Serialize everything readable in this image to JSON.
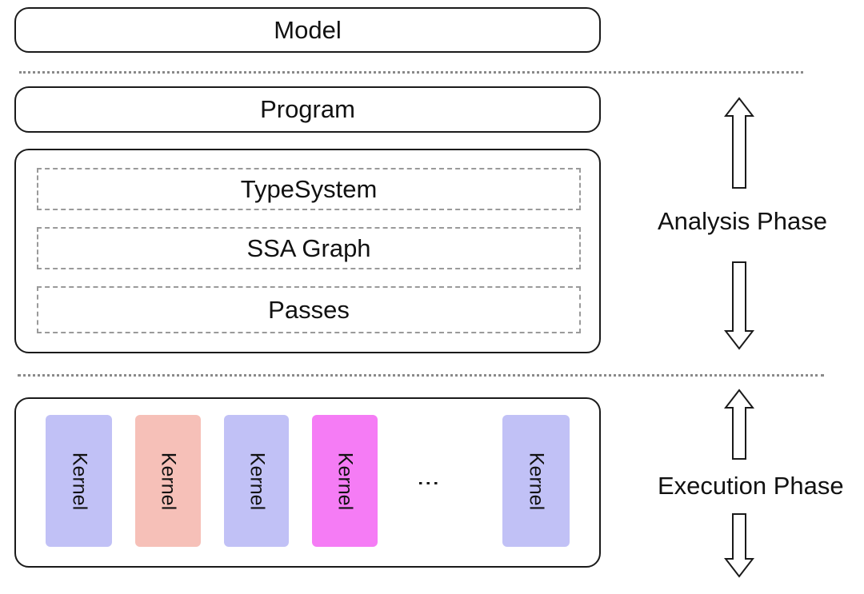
{
  "model": {
    "label": "Model"
  },
  "program": {
    "label": "Program"
  },
  "analysis_stack": {
    "items": [
      {
        "label": "TypeSystem"
      },
      {
        "label": "SSA Graph"
      },
      {
        "label": "Passes"
      }
    ]
  },
  "kernels": {
    "items": [
      {
        "label": "Kernel",
        "color": "#c1c1f6"
      },
      {
        "label": "Kernel",
        "color": "#f6c0b8"
      },
      {
        "label": "Kernel",
        "color": "#c1c1f6"
      },
      {
        "label": "Kernel",
        "color": "#f57cf5"
      },
      {
        "label": "Kernel",
        "color": "#c1c1f6"
      }
    ],
    "ellipsis": "⋮"
  },
  "phases": {
    "analysis": "Analysis Phase",
    "execution": "Execution Phase"
  },
  "colors": {
    "border": "#1a1a1a",
    "dotted_border": "#9a9a9a"
  }
}
